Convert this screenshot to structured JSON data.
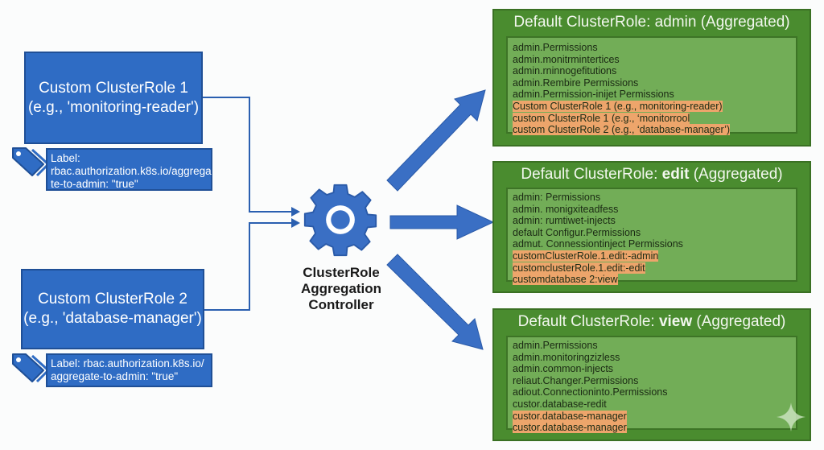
{
  "custom_roles": [
    {
      "title": "Custom ClusterRole 1",
      "subtitle": "(e.g., 'monitoring-reader')",
      "label_lines": [
        "Label:",
        "rbac.authorization.k8s.io/aggrega",
        "te-to-admin: \"true\""
      ],
      "icon": "tag-icon"
    },
    {
      "title": "Custom ClusterRole 2",
      "subtitle": "(e.g., 'database-manager')",
      "label_lines": [
        "Label: rbac.authorization.k8s.io/",
        "aggregate-to-admin: \"true\""
      ],
      "icon": "tag-icon"
    }
  ],
  "controller": {
    "icon": "gear-icon",
    "label_lines": [
      "ClusterRole",
      "Aggregation",
      "Controller"
    ]
  },
  "default_roles": [
    {
      "title_prefix": "Default ClusterRole: ",
      "title_role": "admin",
      "role_bold": false,
      "title_suffix": " (Aggregated)",
      "permissions": [
        {
          "text": "admin.Permissions",
          "highlight": false
        },
        {
          "text": "admin.monitrmintertices",
          "highlight": false
        },
        {
          "text": "admin.rninnogefitutions",
          "highlight": false
        },
        {
          "text": "admin.Rembire Permissions",
          "highlight": false
        },
        {
          "text": "admin.Permission-inijet Permissions",
          "highlight": false
        },
        {
          "text": "Custom ClusterRole 1 (e.g., monitoring-reader)",
          "highlight": true
        },
        {
          "text": "custom ClusterRole 1 (e.g., ‘monitorrool",
          "highlight": true
        },
        {
          "text": "custom ClusterRole 2 (e.g., ‘database-manager’)",
          "highlight": true
        }
      ]
    },
    {
      "title_prefix": "Default ClusterRole: ",
      "title_role": "edit",
      "role_bold": true,
      "title_suffix": " (Aggregated)",
      "permissions": [
        {
          "text": "admin: Permissions",
          "highlight": false
        },
        {
          "text": "admin. monigxiteadfess",
          "highlight": false
        },
        {
          "text": "admin: rumtiwet-injects",
          "highlight": false
        },
        {
          "text": "default Configur.Permissions",
          "highlight": false
        },
        {
          "text": "admut. Connessiontinject Permissions",
          "highlight": false
        },
        {
          "text": "customClusterRole.1.edit:-admin",
          "highlight": true
        },
        {
          "text": "customclusterRole.1.edit:-edit",
          "highlight": true
        },
        {
          "text": "customdatabase 2:view",
          "highlight": true
        }
      ]
    },
    {
      "title_prefix": "Default ClusterRole: ",
      "title_role": "view",
      "role_bold": true,
      "title_suffix": " (Aggregated)",
      "permissions": [
        {
          "text": "admin.Permissions",
          "highlight": false
        },
        {
          "text": "admin.monitoringzizless",
          "highlight": false
        },
        {
          "text": "admin.common-injects",
          "highlight": false
        },
        {
          "text": "reliaut.Changer.Permissions",
          "highlight": false
        },
        {
          "text": "adiout.Connectioninto.Permissions",
          "highlight": false
        },
        {
          "text": "custor.database-redit",
          "highlight": false
        },
        {
          "text": "custor.database-manager",
          "highlight": true
        },
        {
          "text": "custor.database-manager",
          "highlight": true
        }
      ]
    }
  ],
  "watermark": {
    "icon": "sparkle-icon"
  },
  "colors": {
    "custom_role_blue": "#2f6cc4",
    "arrow_blue": "#3a6fc4",
    "panel_green": "#4a8c2f",
    "panel_inner_green": "#72ad57",
    "highlight_orange": "#eda56b"
  }
}
